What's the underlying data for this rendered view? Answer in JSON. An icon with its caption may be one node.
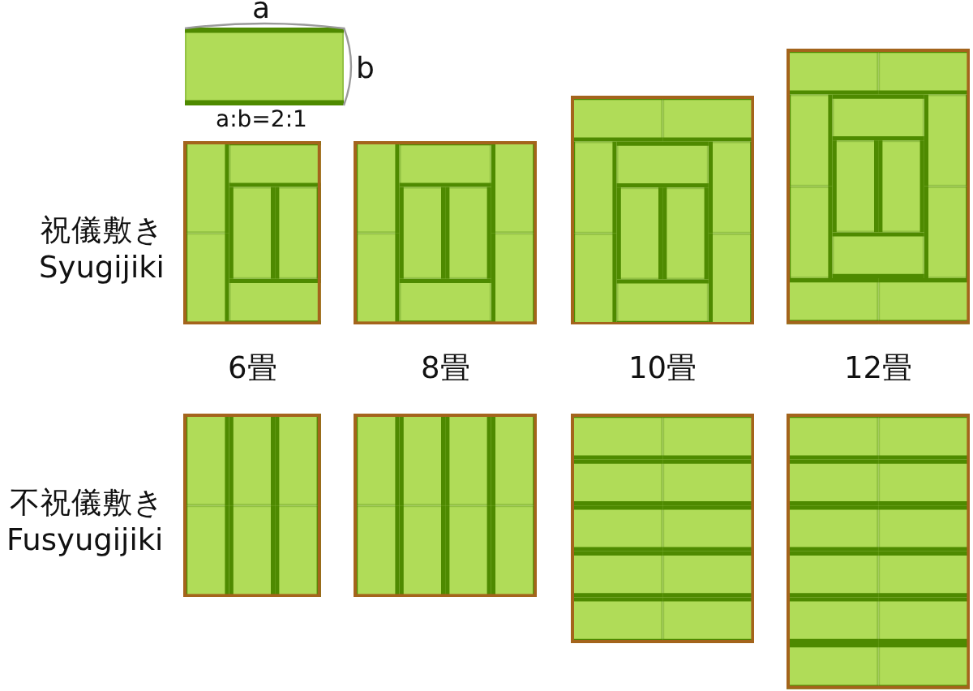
{
  "diagram": {
    "labels": [
      "a",
      "b",
      "a:b=2:1",
      "祝儀敷き",
      "Syugijiki",
      "6畳",
      "8畳",
      "10畳",
      "12畳",
      "不祝儀敷き",
      "Fusyugijiki"
    ]
  }
}
